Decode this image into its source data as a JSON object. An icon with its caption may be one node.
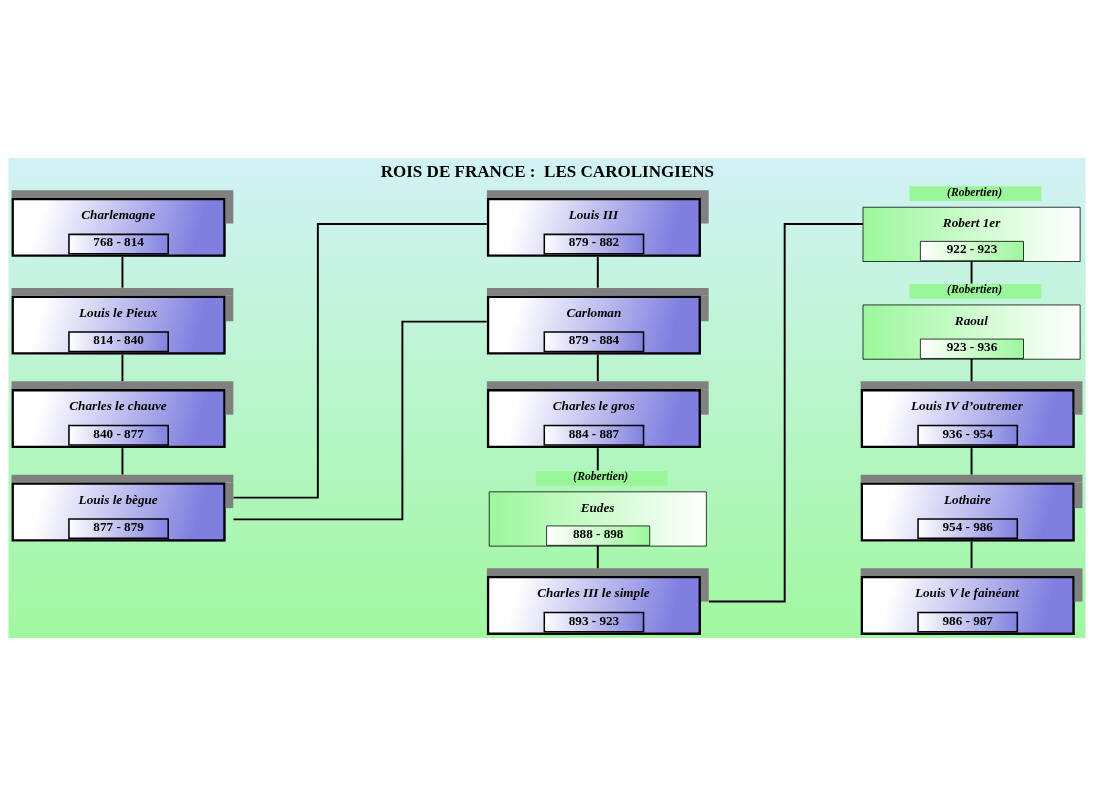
{
  "diagram": {
    "title": "ROIS DE FRANCE :  LES CAROLINGIENS",
    "nodes": [
      {
        "text": [
          "Charlemagne",
          "768 - 814"
        ]
      },
      {
        "text": [
          "Louis le Pieux",
          "814 - 840"
        ]
      },
      {
        "text": [
          "Charles le chauve",
          "840 - 877"
        ]
      },
      {
        "text": [
          "Louis le bègue",
          "877 - 879"
        ]
      },
      {
        "text": [
          "Louis III",
          "879 - 882"
        ]
      },
      {
        "text": [
          "Carloman",
          "879 - 884"
        ]
      },
      {
        "text": [
          "Charles le gros",
          "884 - 887"
        ]
      },
      {
        "text": [
          "(Robertien)",
          "Eudes",
          "888 - 898"
        ]
      },
      {
        "text": [
          "Charles III le simple",
          "893 - 923"
        ]
      },
      {
        "text": [
          "(Robertien)",
          "Robert 1er",
          "922 - 923"
        ]
      },
      {
        "text": [
          "(Robertien)",
          "Raoul",
          "923 - 936"
        ]
      },
      {
        "text": [
          "Louis IV d’outremer",
          "936 - 954"
        ]
      },
      {
        "text": [
          "Lothaire",
          "954 - 986"
        ]
      },
      {
        "text": [
          "Louis V le fainéant",
          "986 - 987"
        ]
      }
    ],
    "edges": [
      {
        "from": 0,
        "to": 1,
        "arrow": "none"
      },
      {
        "from": 1,
        "to": 2,
        "arrow": "none"
      },
      {
        "from": 2,
        "to": 3,
        "arrow": "none"
      },
      {
        "from": 3,
        "to": 4,
        "arrow": "none"
      },
      {
        "from": 3,
        "to": 5,
        "arrow": "none"
      },
      {
        "from": 4,
        "to": 5,
        "arrow": "none"
      },
      {
        "from": 5,
        "to": 6,
        "arrow": "none"
      },
      {
        "from": 6,
        "to": 7,
        "arrow": "none"
      },
      {
        "from": 7,
        "to": 8,
        "arrow": "none"
      },
      {
        "from": 8,
        "to": 9,
        "arrow": "none"
      },
      {
        "from": 9,
        "to": 10,
        "arrow": "none"
      },
      {
        "from": 10,
        "to": 11,
        "arrow": "none"
      },
      {
        "from": 11,
        "to": 12,
        "arrow": "none"
      },
      {
        "from": 12,
        "to": 13,
        "arrow": "none"
      }
    ]
  }
}
